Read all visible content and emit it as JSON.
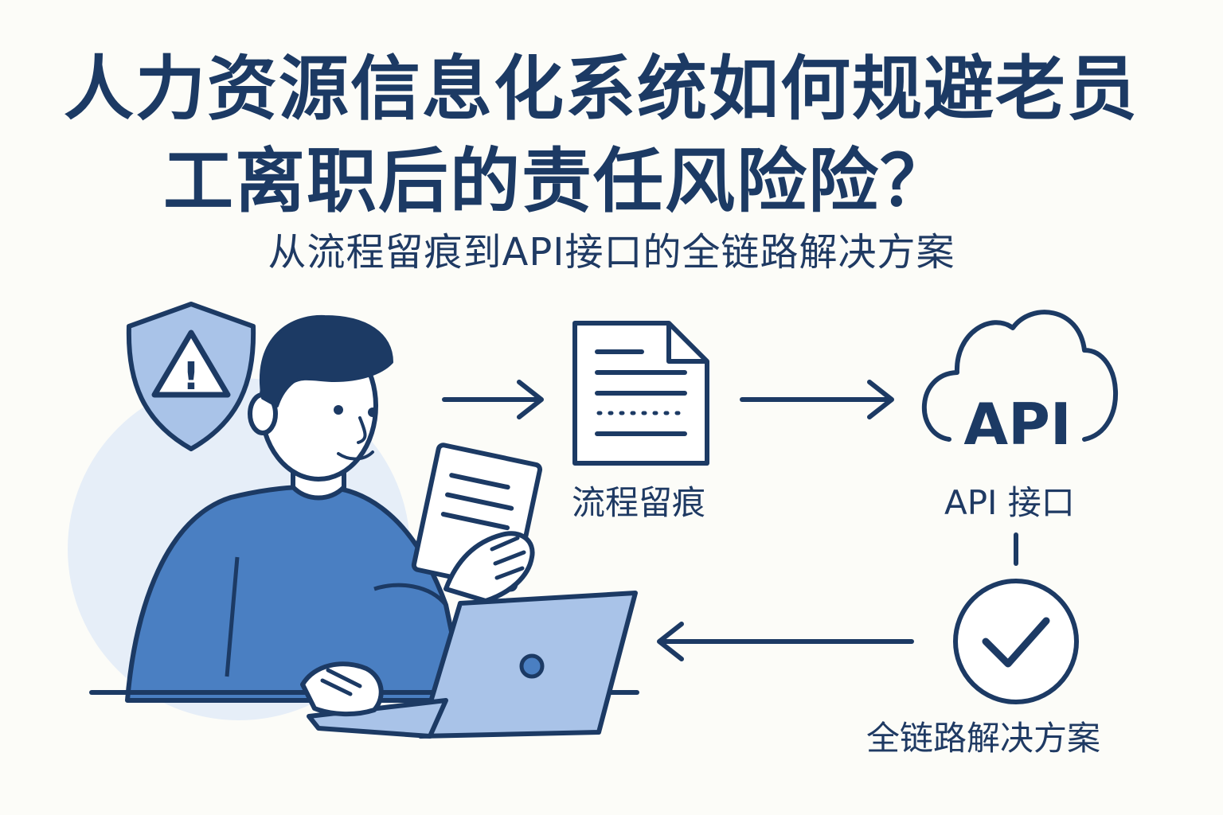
{
  "title": {
    "line1": "人力资源信息化系统如何规避老员",
    "line2": "工离职后的责任风险险？"
  },
  "subtitle": "从流程留痕到API接口的全链路解决方案",
  "steps": {
    "process_trail": {
      "label": "流程留痕",
      "icon": "document-icon"
    },
    "api": {
      "label": "API 接口",
      "icon_text": "API",
      "icon": "cloud-icon"
    },
    "solution": {
      "label": "全链路解决方案",
      "icon": "check-circle-icon"
    }
  },
  "warning": {
    "icon": "shield-warning-icon",
    "symbol": "!"
  },
  "colors": {
    "navy": "#1c3a64",
    "blue": "#4a7fc2",
    "light_blue": "#a9c3e8",
    "pale_blue": "#e6eef8",
    "background": "#fcfcf8"
  }
}
